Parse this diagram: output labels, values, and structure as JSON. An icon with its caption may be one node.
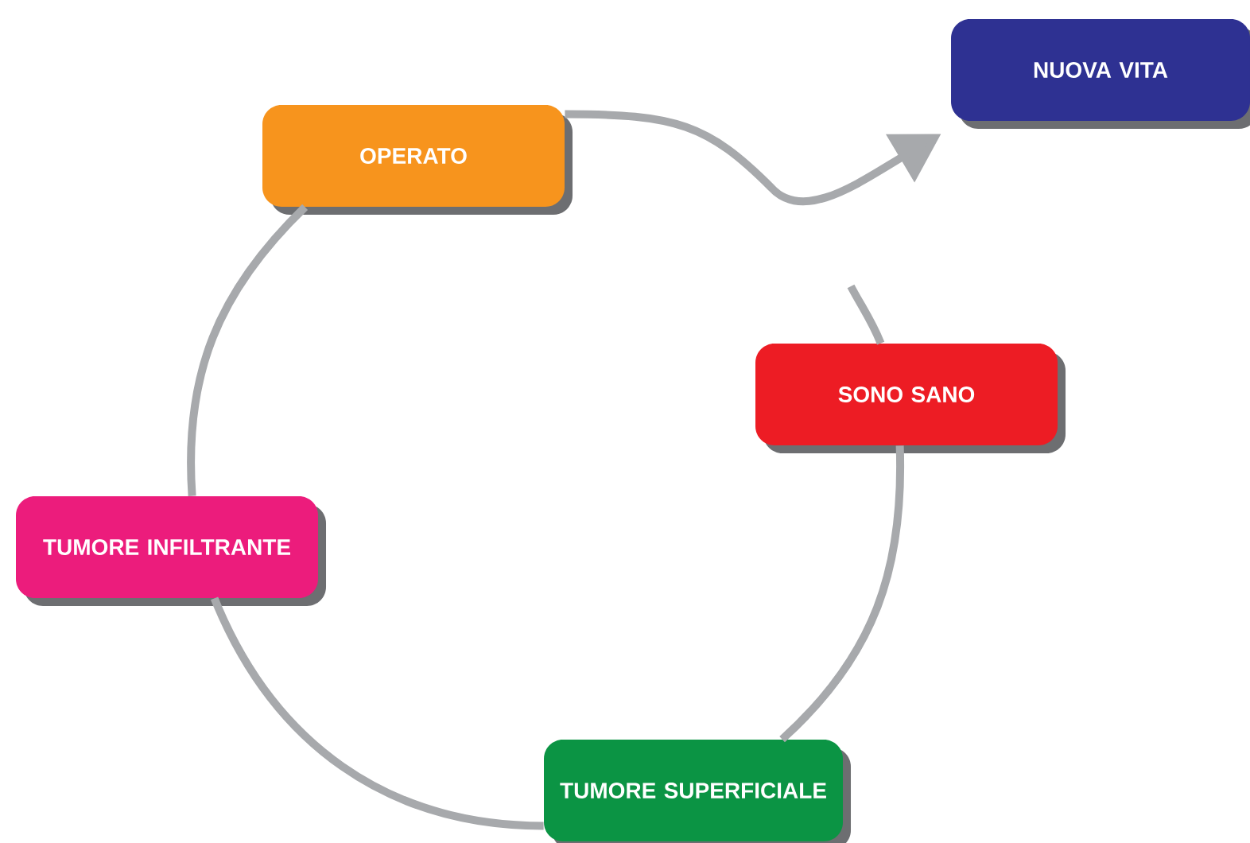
{
  "diagram": {
    "nodes": [
      {
        "text": [
          "NUOVA VITA"
        ]
      },
      {
        "text": [
          "OPERATO"
        ]
      },
      {
        "text": [
          "SONO SANO"
        ]
      },
      {
        "text": [
          "TUMORE INFILTRANTE"
        ]
      },
      {
        "text": [
          "TUMORE SUPERFICIALE"
        ]
      }
    ],
    "edges": [
      {
        "from": null,
        "to": 2,
        "arrow": "none"
      },
      {
        "from": 2,
        "to": 4,
        "arrow": "none"
      },
      {
        "from": 4,
        "to": 3,
        "arrow": "none"
      },
      {
        "from": 3,
        "to": 1,
        "arrow": "none"
      },
      {
        "from": 1,
        "to": 0,
        "arrow": "to"
      }
    ]
  }
}
